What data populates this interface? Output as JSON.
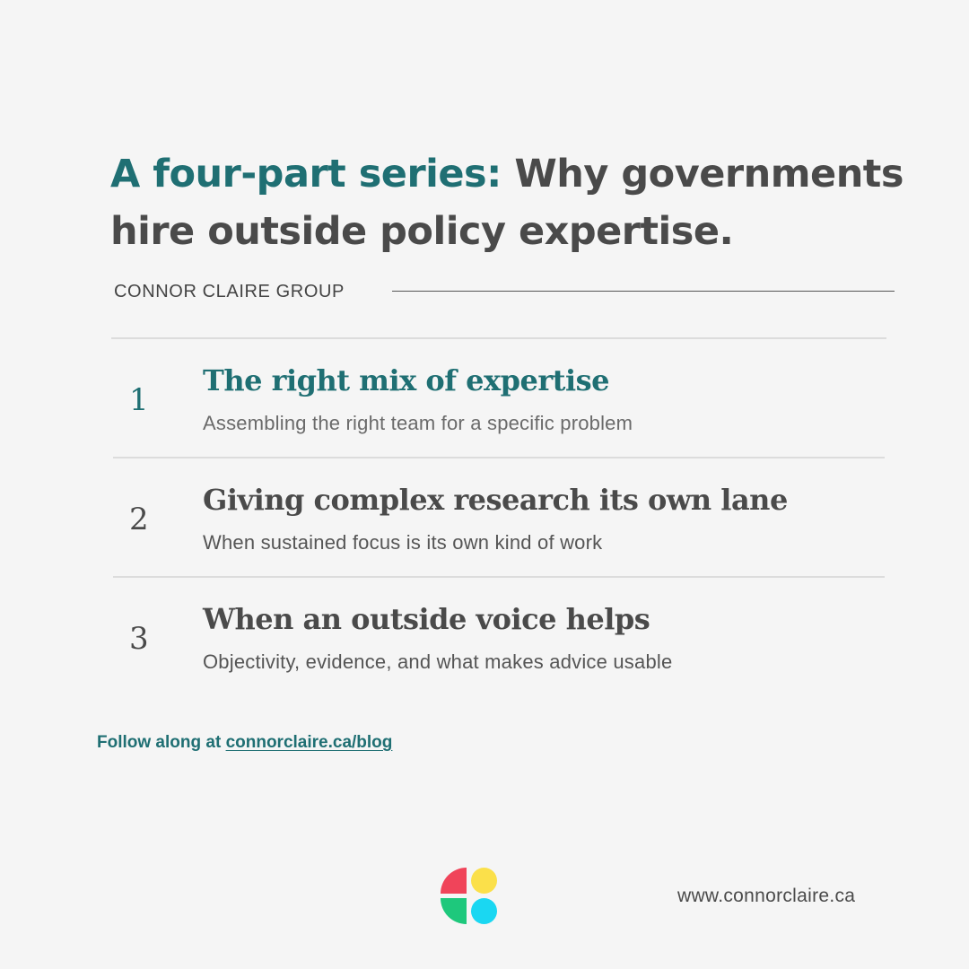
{
  "header": {
    "title_accent": "A four-part series:",
    "title_main": "Why governments hire outside policy expertise.",
    "org_name": "CONNOR CLAIRE GROUP"
  },
  "items": [
    {
      "number": "1",
      "title": "The right mix of expertise",
      "subtitle": "Assembling the right team for a specific problem",
      "active": true
    },
    {
      "number": "2",
      "title": "Giving complex research its own lane",
      "subtitle": "When sustained focus is its own kind of work",
      "active": false
    },
    {
      "number": "3",
      "title": "When an outside voice helps",
      "subtitle": "Objectivity, evidence, and what makes advice usable",
      "active": false
    }
  ],
  "footer": {
    "follow_prefix": "Follow along at",
    "follow_link": "connorclaire.ca/blog",
    "website": "www.connorclaire.ca",
    "logo_icon": "four-shape-logo-icon"
  },
  "colors": {
    "accent_teal": "#1f6f73",
    "text_dark": "#4a4a4a",
    "background": "#f5f5f5",
    "logo_red": "#f0445a",
    "logo_yellow": "#fbe04a",
    "logo_green": "#1ec87c",
    "logo_cyan": "#1ad7f2"
  }
}
